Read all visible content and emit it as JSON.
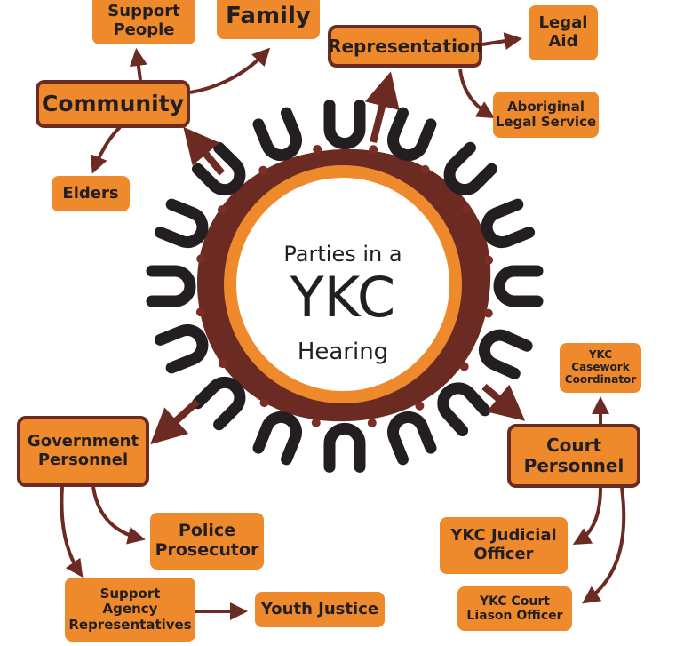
{
  "center": {
    "line1": "Parties in a",
    "line2": "YKC",
    "line3": "Hearing"
  },
  "nodes": {
    "support_people": "Support\nPeople",
    "family": "Family",
    "community": "Community",
    "elders": "Elders",
    "representation": "Representation",
    "legal_aid": "Legal\nAid",
    "aboriginal_legal_service": "Aboriginal\nLegal Service",
    "ykc_casework_coordinator": "YKC\nCasework\nCoordinator",
    "court_personnel": "Court\nPersonnel",
    "ykc_judicial_officer": "YKC Judicial\nOfficer",
    "ykc_court_liason_officer": "YKC Court\nLiason Officer",
    "government_personnel": "Government\nPersonnel",
    "police_prosecutor": "Police\nProsecutor",
    "support_agency_representatives": "Support\nAgency\nRepresentatives",
    "youth_justice": "Youth Justice"
  },
  "colors": {
    "orange": "#ee8a2c",
    "maroon": "#6b2a22",
    "dark": "#231f20",
    "dot": "#7a2e26"
  }
}
